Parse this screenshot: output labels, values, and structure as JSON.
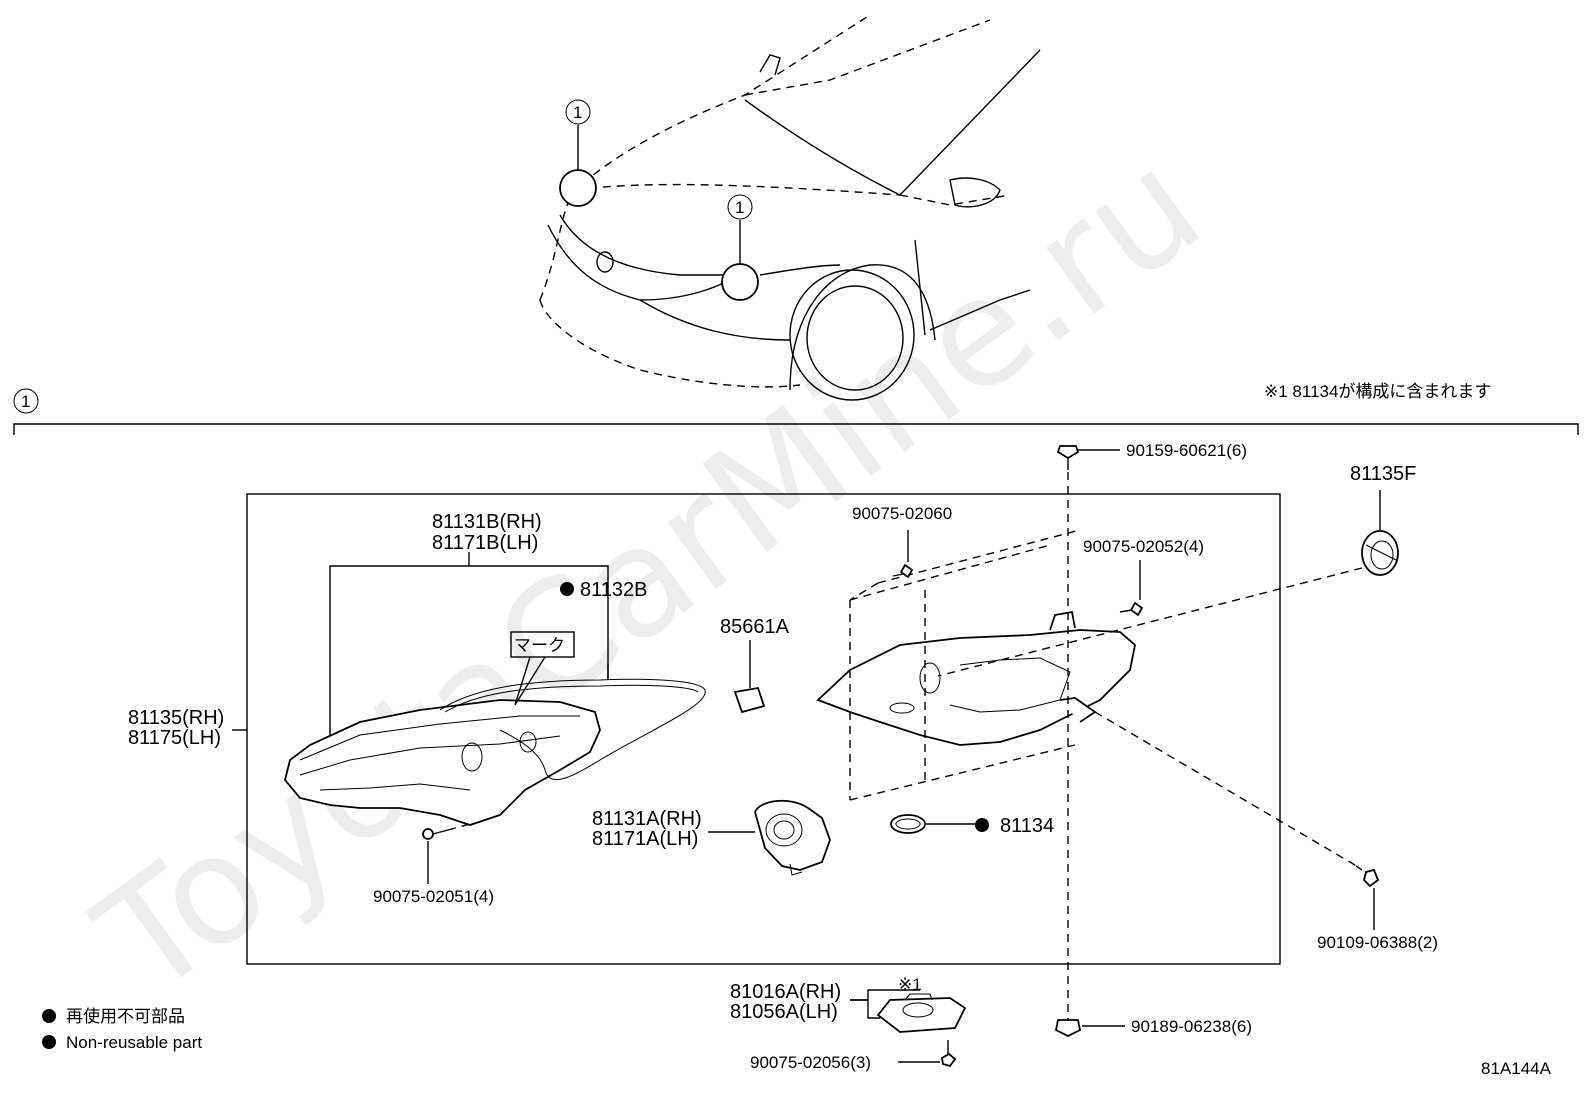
{
  "diagram": {
    "watermark": "ToyotaCarMine.ru",
    "callout_marker": "1",
    "note": "※1 81134が構成に含まれます",
    "figure_code": "81A144A",
    "mark_label": "マーク",
    "legend": {
      "item_ja": "再使用不可部品",
      "item_en": "Non-reusable part"
    },
    "parts": {
      "p81131b_rh": "81131B(RH)",
      "p81171b_lh": "81171B(LH)",
      "p81132b": "81132B",
      "p81135_rh": "81135(RH)",
      "p81175_lh": "81175(LH)",
      "p90075_02051": "90075-02051(4)",
      "p85661a": "85661A",
      "p81131a_rh": "81131A(RH)",
      "p81171a_lh": "81171A(LH)",
      "p90075_02060": "90075-02060",
      "p90075_02052": "90075-02052(4)",
      "p90159_60621": "90159-60621(6)",
      "p81135f": "81135F",
      "p81134": "81134",
      "p90109_06388": "90109-06388(2)",
      "p81016a_rh": "81016A(RH)",
      "p81056a_lh": "81056A(LH)",
      "p_note_ref": "※1",
      "p90075_02056": "90075-02056(3)",
      "p90189_06238": "90189-06238(6)"
    }
  }
}
